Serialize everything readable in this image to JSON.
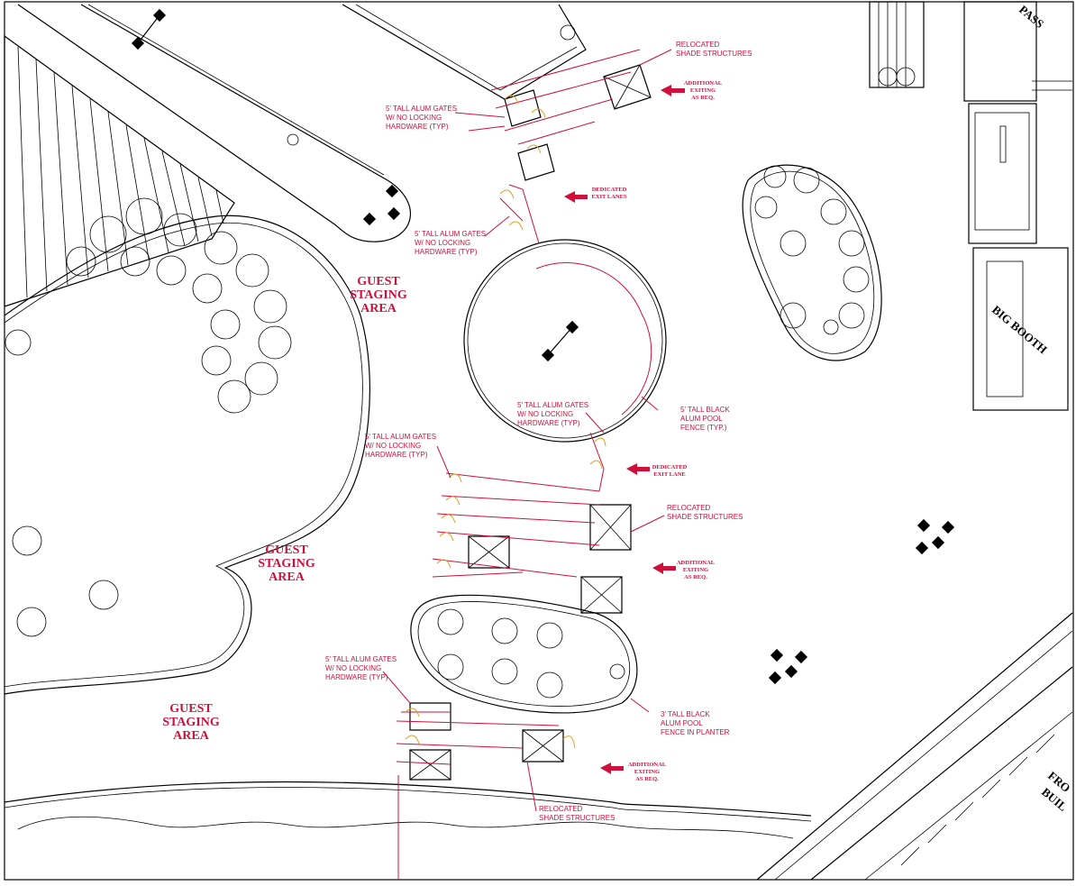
{
  "areas": {
    "staging_1": [
      "GUEST",
      "STAGING",
      "AREA"
    ],
    "staging_2": [
      "GUEST",
      "STAGING",
      "AREA"
    ],
    "staging_3": [
      "GUEST",
      "STAGING",
      "AREA"
    ]
  },
  "buildings": {
    "pass": "PASS",
    "big_booth": "BIG BOOTH",
    "front_1": "FRO",
    "front_2": "BUIL"
  },
  "notes": {
    "relocated_shade_1": [
      "RELOCATED",
      "SHADE STRUCTURES"
    ],
    "relocated_shade_2": [
      "RELOCATED",
      "SHADE STRUCTURES"
    ],
    "relocated_shade_3": [
      "RELOCATED",
      "SHADE STRUCTURES"
    ],
    "gates_1": [
      "5' TALL ALUM GATES",
      "W/ NO LOCKING",
      "HARDWARE (TYP)"
    ],
    "gates_2": [
      "5' TALL ALUM GATES",
      "W/ NO LOCKING",
      "HARDWARE (TYP)"
    ],
    "gates_3": [
      "5' TALL ALUM GATES",
      "W/ NO LOCKING",
      "HARDWARE (TYP)"
    ],
    "gates_4": [
      "5' TALL ALUM GATES",
      "W/ NO LOCKING",
      "HARDWARE (TYP)"
    ],
    "gates_5": [
      "5' TALL ALUM GATES",
      "W/ NO LOCKING",
      "HARDWARE (TYP)"
    ],
    "pool_fence": [
      "5' TALL BLACK",
      "ALUM POOL",
      "FENCE (TYP.)"
    ],
    "planter_fence": [
      "3' TALL BLACK",
      "ALUM POOL",
      "FENCE IN PLANTER"
    ],
    "exiting_1": [
      "ADDITIONAL",
      "EXITING",
      "AS REQ."
    ],
    "exiting_2": [
      "ADDITIONAL",
      "EXITING",
      "AS REQ."
    ],
    "exiting_3": [
      "ADDITIONAL",
      "EXITING",
      "AS REQ."
    ],
    "exit_lanes": [
      "DEDICATED",
      "EXIT LANES"
    ],
    "exit_lane": [
      "DEDICATED",
      "EXIT LANE"
    ]
  },
  "colors": {
    "annotation": "#d0103a",
    "linework": "#000000",
    "gate_swing": "#e0a020",
    "background": "#ffffff"
  }
}
